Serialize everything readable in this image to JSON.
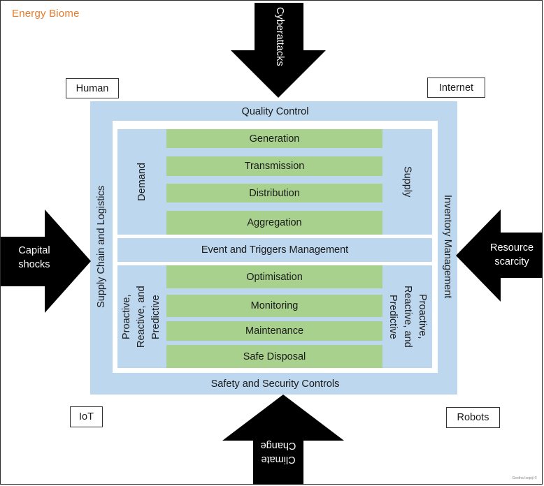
{
  "title": "Energy Biome",
  "corners": {
    "top_left": "Human",
    "top_right": "Internet",
    "bottom_left": "IoT",
    "bottom_right": "Robots"
  },
  "arrows": {
    "top": "Cyberattacks",
    "left": "Capital shocks",
    "right": "Resource scarcity",
    "bottom": "Climate Change"
  },
  "outer": {
    "top": "Quality Control",
    "bottom": "Safety and Security Controls",
    "left": "Supply Chain and Logistics",
    "right": "Inventory Management"
  },
  "upper": {
    "left": "Demand",
    "right": "Supply",
    "rows": [
      "Generation",
      "Transmission",
      "Distribution",
      "Aggregation"
    ]
  },
  "middle": "Event and Triggers Management",
  "lower": {
    "left": "Proactive, Reactive, and Predictive",
    "right": "Proactive, Reactive, and Predictive",
    "rows": [
      "Optimisation",
      "Monitoring",
      "Maintenance",
      "Safe Disposal"
    ]
  },
  "signature": "Geetha Isopiji ©",
  "colors": {
    "light_blue": "#bdd7ee",
    "green": "#a9d18e",
    "arrow": "#000000",
    "title": "#e87b2d"
  }
}
